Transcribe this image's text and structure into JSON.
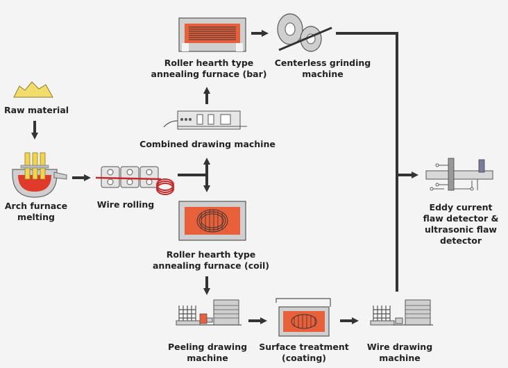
{
  "labels": {
    "raw_material": [
      "Raw material"
    ],
    "arch_furnace": [
      "Arch furnace",
      "melting"
    ],
    "wire_rolling": [
      "Wire rolling"
    ],
    "combined_drawing": [
      "Combined drawing machine"
    ],
    "annealing_bar": [
      "Roller hearth type",
      "annealing furnace (bar)"
    ],
    "centerless_grinding": [
      "Centerless grinding",
      "machine"
    ],
    "annealing_coil": [
      "Roller hearth type",
      "annealing furnace (coil)"
    ],
    "peeling_drawing": [
      "Peeling drawing",
      "machine"
    ],
    "surface_treatment": [
      "Surface treatment",
      "(coating)"
    ],
    "wire_drawing": [
      "Wire drawing",
      "machine"
    ],
    "flaw_detector": [
      "Eddy current",
      "flaw detector &",
      "ultrasonic flaw",
      "detector"
    ]
  },
  "colors": {
    "arrow": "#333333",
    "furnace_orange": "#e8603a",
    "molten_red": "#e03a2a",
    "wire_red": "#c62828",
    "raw_yellow": "#f3dd6a",
    "pillar_yellow": "#f3d54c",
    "machine_grey": "#cfcfcf"
  }
}
